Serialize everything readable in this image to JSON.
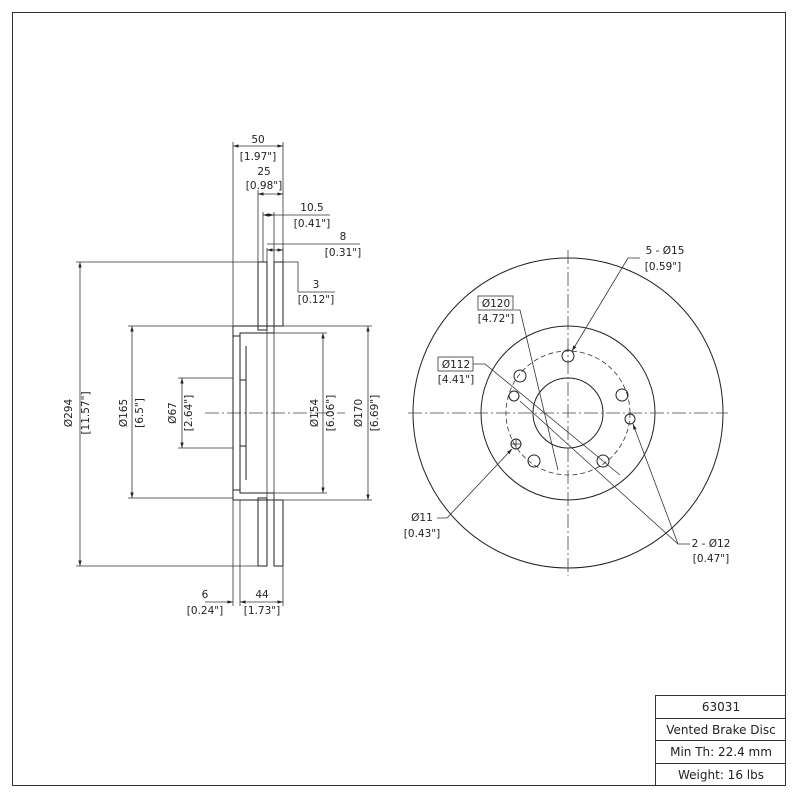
{
  "title_block": {
    "part_number": "63031",
    "description": "Vented Brake Disc",
    "min_thickness": "Min Th: 22.4 mm",
    "weight": "Weight: 16 lbs"
  },
  "side_view": {
    "width_50": {
      "mm": "50",
      "in": "[1.97\"]"
    },
    "width_25": {
      "mm": "25",
      "in": "[0.98\"]"
    },
    "width_10_5": {
      "mm": "10.5",
      "in": "[0.41\"]"
    },
    "width_8": {
      "mm": "8",
      "in": "[0.31\"]"
    },
    "width_3": {
      "mm": "3",
      "in": "[0.12\"]"
    },
    "width_6": {
      "mm": "6",
      "in": "[0.24\"]"
    },
    "width_44": {
      "mm": "44",
      "in": "[1.73\"]"
    },
    "dia_294": {
      "mm": "Ø294",
      "in": "[11.57\"]"
    },
    "dia_165": {
      "mm": "Ø165",
      "in": "[6.5\"]"
    },
    "dia_67": {
      "mm": "Ø67",
      "in": "[2.64\"]"
    },
    "dia_154": {
      "mm": "Ø154",
      "in": "[6.06\"]"
    },
    "dia_170": {
      "mm": "Ø170",
      "in": "[6.69\"]"
    }
  },
  "front_view": {
    "holes_15": {
      "mm": "5 - Ø15",
      "in": "[0.59\"]"
    },
    "pcd_120": {
      "mm": "Ø120",
      "in": "[4.72\"]"
    },
    "pcd_112": {
      "mm": "Ø112",
      "in": "[4.41\"]"
    },
    "hole_11": {
      "mm": "Ø11",
      "in": "[0.43\"]"
    },
    "holes_12": {
      "mm": "2 - Ø12",
      "in": "[0.47\"]"
    }
  }
}
